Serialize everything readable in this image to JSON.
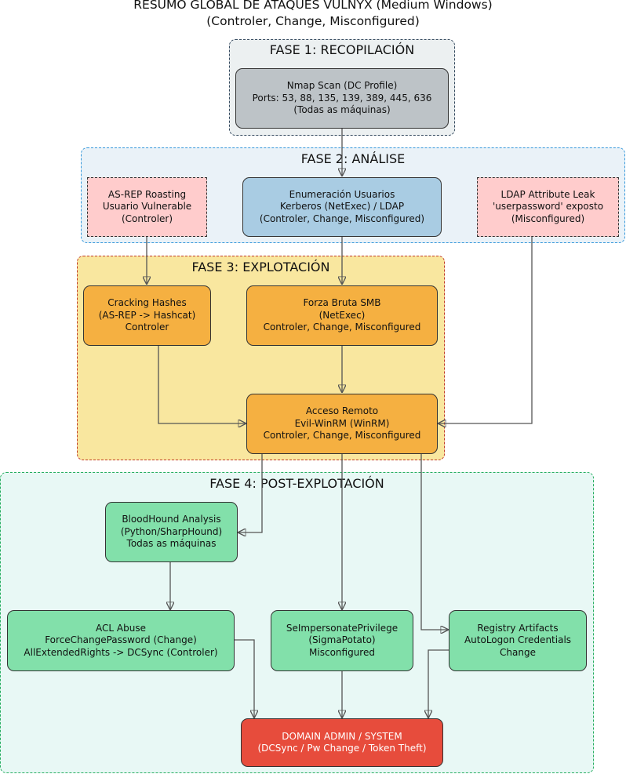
{
  "title": {
    "line1": "RESUMO GLOBAL DE ATAQUES VULNYX (Medium Windows)",
    "line2": "(Controler, Change, Misconfigured)"
  },
  "phases": {
    "f1": "FASE 1: RECOPILACIÓN",
    "f2": "FASE 2: ANÁLISE",
    "f3": "FASE 3: EXPLOTACIÓN",
    "f4": "FASE 4: POST-EXPLOTACIÓN"
  },
  "nodes": {
    "nmap": [
      "Nmap Scan (DC Profile)",
      "Ports: 53, 88, 135, 139, 389, 445, 636",
      "(Todas as máquinas)"
    ],
    "asrep": [
      "AS-REP Roasting",
      "Usuario Vulnerable",
      "(Controler)"
    ],
    "enum": [
      "Enumeración Usuarios",
      "Kerberos (NetExec) / LDAP",
      "(Controler, Change, Misconfigured)"
    ],
    "ldap": [
      "LDAP Attribute Leak",
      "'userpassword' exposto",
      "(Misconfigured)"
    ],
    "crack": [
      "Cracking Hashes",
      "(AS-REP -> Hashcat)",
      "Controler"
    ],
    "brute": [
      "Forza Bruta SMB",
      "(NetExec)",
      "Controler, Change, Misconfigured"
    ],
    "winrm": [
      "Acceso Remoto",
      "Evil-WinRM (WinRM)",
      "Controler, Change, Misconfigured"
    ],
    "blood": [
      "BloodHound Analysis",
      "(Python/SharpHound)",
      "Todas as máquinas"
    ],
    "acl": [
      "ACL Abuse",
      "ForceChangePassword (Change)",
      "AllExtendedRights -> DCSync (Controler)"
    ],
    "seimp": [
      "SeImpersonatePrivilege",
      "(SigmaPotato)",
      "Misconfigured"
    ],
    "reg": [
      "Registry Artifacts",
      "AutoLogon Credentials",
      "Change"
    ],
    "da": [
      "DOMAIN ADMIN / SYSTEM",
      "(DCSync / Pw Change / Token Theft)"
    ]
  },
  "colors": {
    "phase1_fill": "#ecf0f1",
    "phase1_border": "#34495e",
    "phase2_fill": "#eaf2f8",
    "phase2_border": "#3498db",
    "phase3_fill": "#f9e79f",
    "phase3_border": "#c0392b",
    "phase4_fill": "#e8f8f5",
    "phase4_border": "#27ae60",
    "grey": "#bdc3c7",
    "blue": "#a9cce3",
    "pink": "#ffcccc",
    "orange": "#f5b041",
    "green": "#82e0aa",
    "red": "#e74c3c"
  }
}
